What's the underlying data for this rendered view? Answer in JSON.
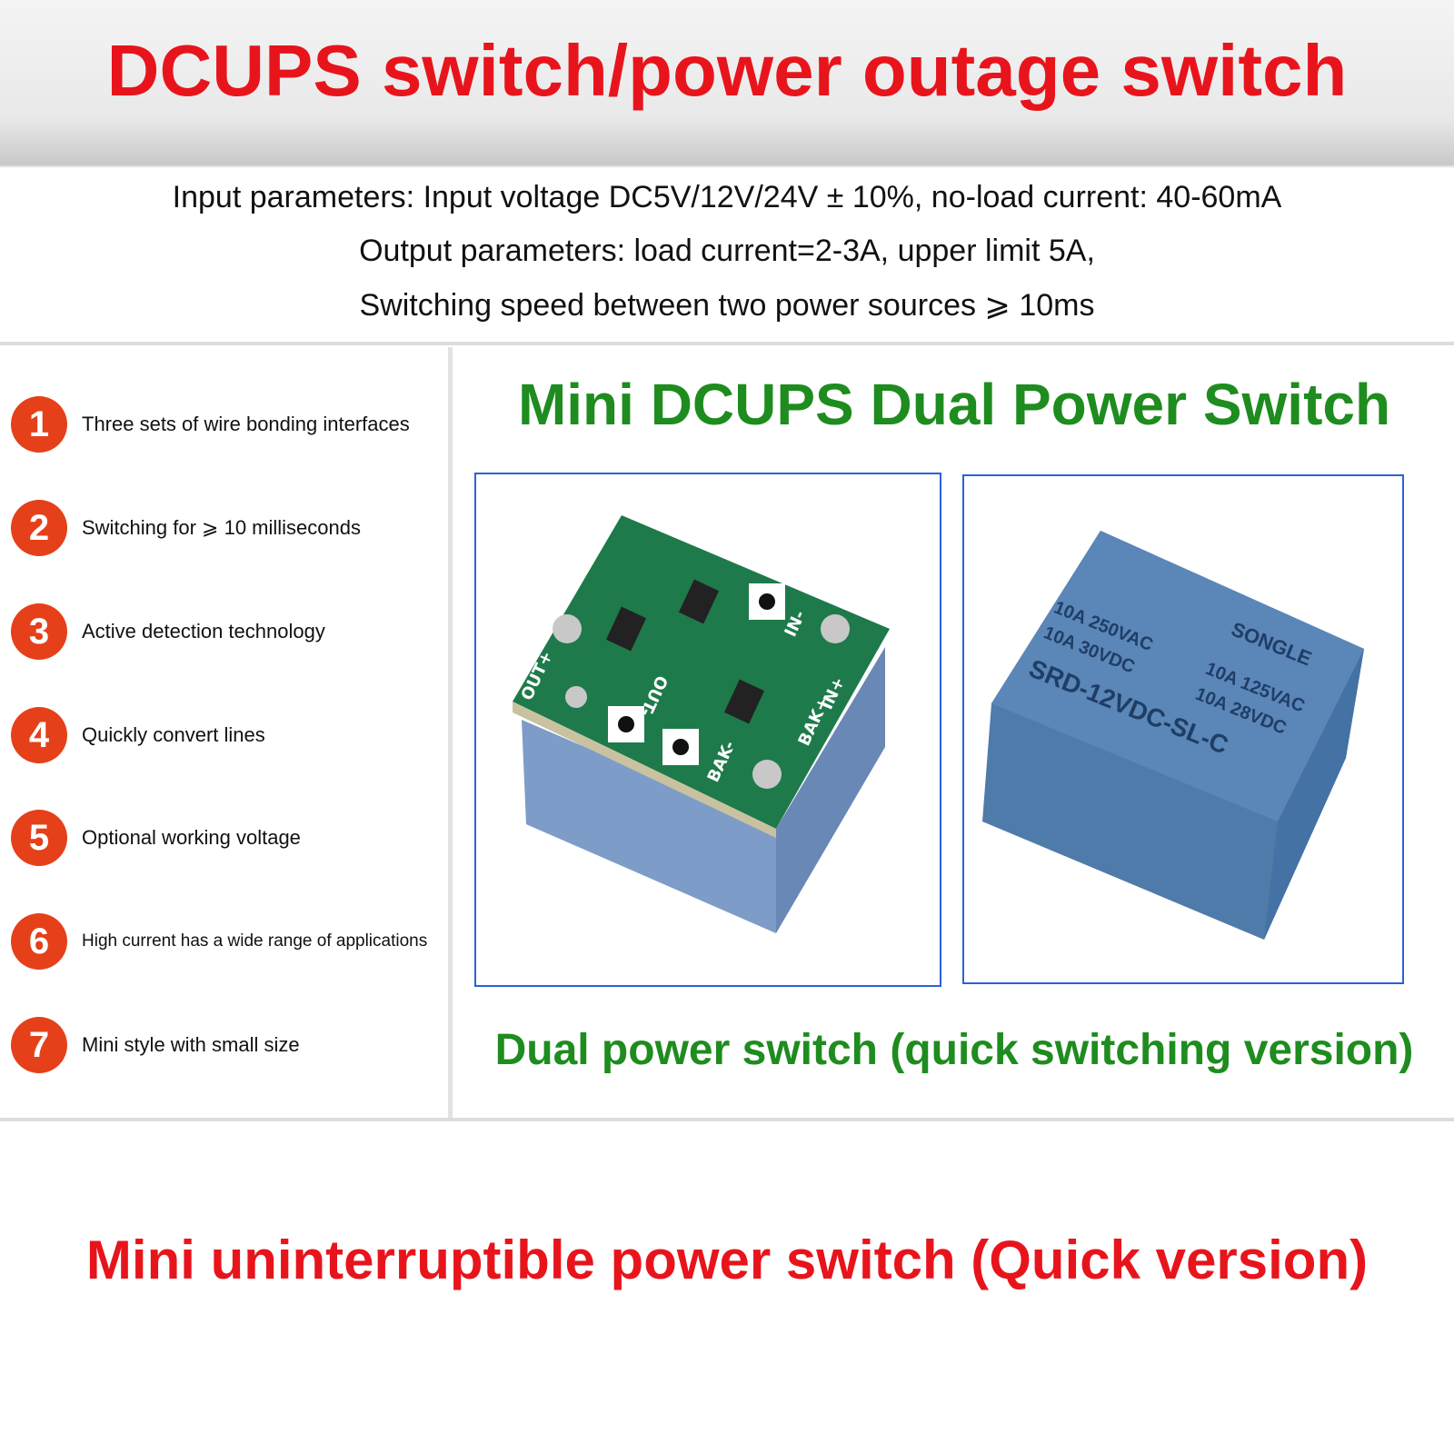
{
  "title": "DCUPS switch/power outage switch",
  "params": [
    "Input parameters: Input voltage DC5V/12V/24V ± 10%, no-load current: 40-60mA",
    "Output parameters: load current=2-3A, upper limit 5A,",
    "Switching speed between two power sources ⩾ 10ms"
  ],
  "features": [
    {
      "num": "1",
      "text": "Three sets of wire bonding interfaces"
    },
    {
      "num": "2",
      "text": "Switching for ⩾ 10 milliseconds"
    },
    {
      "num": "3",
      "text": "Active detection technology"
    },
    {
      "num": "4",
      "text": "Quickly convert lines"
    },
    {
      "num": "5",
      "text": "Optional working voltage"
    },
    {
      "num": "6",
      "text": "High current has a wide range of applications"
    },
    {
      "num": "7",
      "text": "Mini style with small size"
    }
  ],
  "product_title": "Mini DCUPS Dual Power Switch",
  "pcb_labels": {
    "out_plus": "OUT+",
    "in_minus": "IN-",
    "in_plus": "IN+",
    "out": "OUT-",
    "bak_minus": "BAK-",
    "bak_plus": "BAK+"
  },
  "relay_marking": {
    "brand": "SONGLE",
    "line1": "10A 250VAC",
    "line2": "10A 30VDC",
    "line3": "10A 125VAC",
    "line4": "10A 28VDC",
    "model": "SRD-12VDC-SL-C"
  },
  "caption": "Dual power switch (quick switching version)",
  "bottom_title": "Mini uninterruptible power switch (Quick version)",
  "colors": {
    "red": "#e8141c",
    "green": "#1e8c1e",
    "badge": "#e5401a",
    "frame": "#2a62d8"
  }
}
